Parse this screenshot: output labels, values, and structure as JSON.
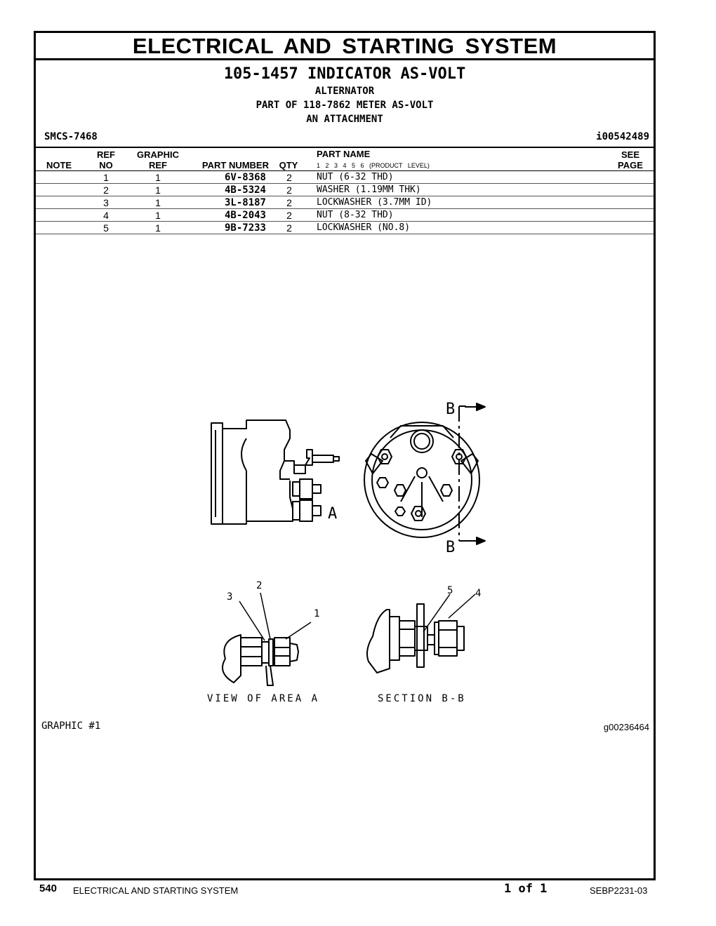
{
  "section_title": "ELECTRICAL AND STARTING SYSTEM",
  "part_title": "105-1457 INDICATOR AS-VOLT",
  "subtitle_lines": [
    "ALTERNATOR",
    "PART OF 118-7862 METER AS-VOLT",
    "AN ATTACHMENT"
  ],
  "smcs": "SMCS-7468",
  "illustration_id": "i00542489",
  "table": {
    "headers": {
      "note": "NOTE",
      "ref_no_1": "REF",
      "ref_no_2": "NO",
      "graphic_ref_1": "GRAPHIC",
      "graphic_ref_2": "REF",
      "part_number": "PART NUMBER",
      "qty": "QTY",
      "part_name": "PART NAME",
      "product_levels": "1   2   3   4   5   6   (PRODUCT LEVEL)",
      "see_page_1": "SEE",
      "see_page_2": "PAGE"
    },
    "rows": [
      {
        "ref_no": "1",
        "graphic_ref": "1",
        "part_number": "6V-8368",
        "qty": "2",
        "part_name": "NUT (6-32 THD)"
      },
      {
        "ref_no": "2",
        "graphic_ref": "1",
        "part_number": "4B-5324",
        "qty": "2",
        "part_name": "WASHER (1.19MM THK)"
      },
      {
        "ref_no": "3",
        "graphic_ref": "1",
        "part_number": "3L-8187",
        "qty": "2",
        "part_name": "LOCKWASHER (3.7MM ID)"
      },
      {
        "ref_no": "4",
        "graphic_ref": "1",
        "part_number": "4B-2043",
        "qty": "2",
        "part_name": "NUT (8-32 THD)"
      },
      {
        "ref_no": "5",
        "graphic_ref": "1",
        "part_number": "9B-7233",
        "qty": "2",
        "part_name": "LOCKWASHER (NO.8)"
      }
    ]
  },
  "drawing": {
    "label_a": "A",
    "label_b_top": "B",
    "label_b_bottom": "B",
    "callouts": [
      "1",
      "2",
      "3",
      "4",
      "5"
    ],
    "view_a_caption": "VIEW OF AREA A",
    "section_caption": "SECTION B-B"
  },
  "graphic_label": "GRAPHIC #1",
  "graphic_id": "g00236464",
  "footer": {
    "page_number": "540",
    "section": "ELECTRICAL AND STARTING SYSTEM",
    "pages": "1 of 1",
    "doc_number": "SEBP2231-03"
  }
}
